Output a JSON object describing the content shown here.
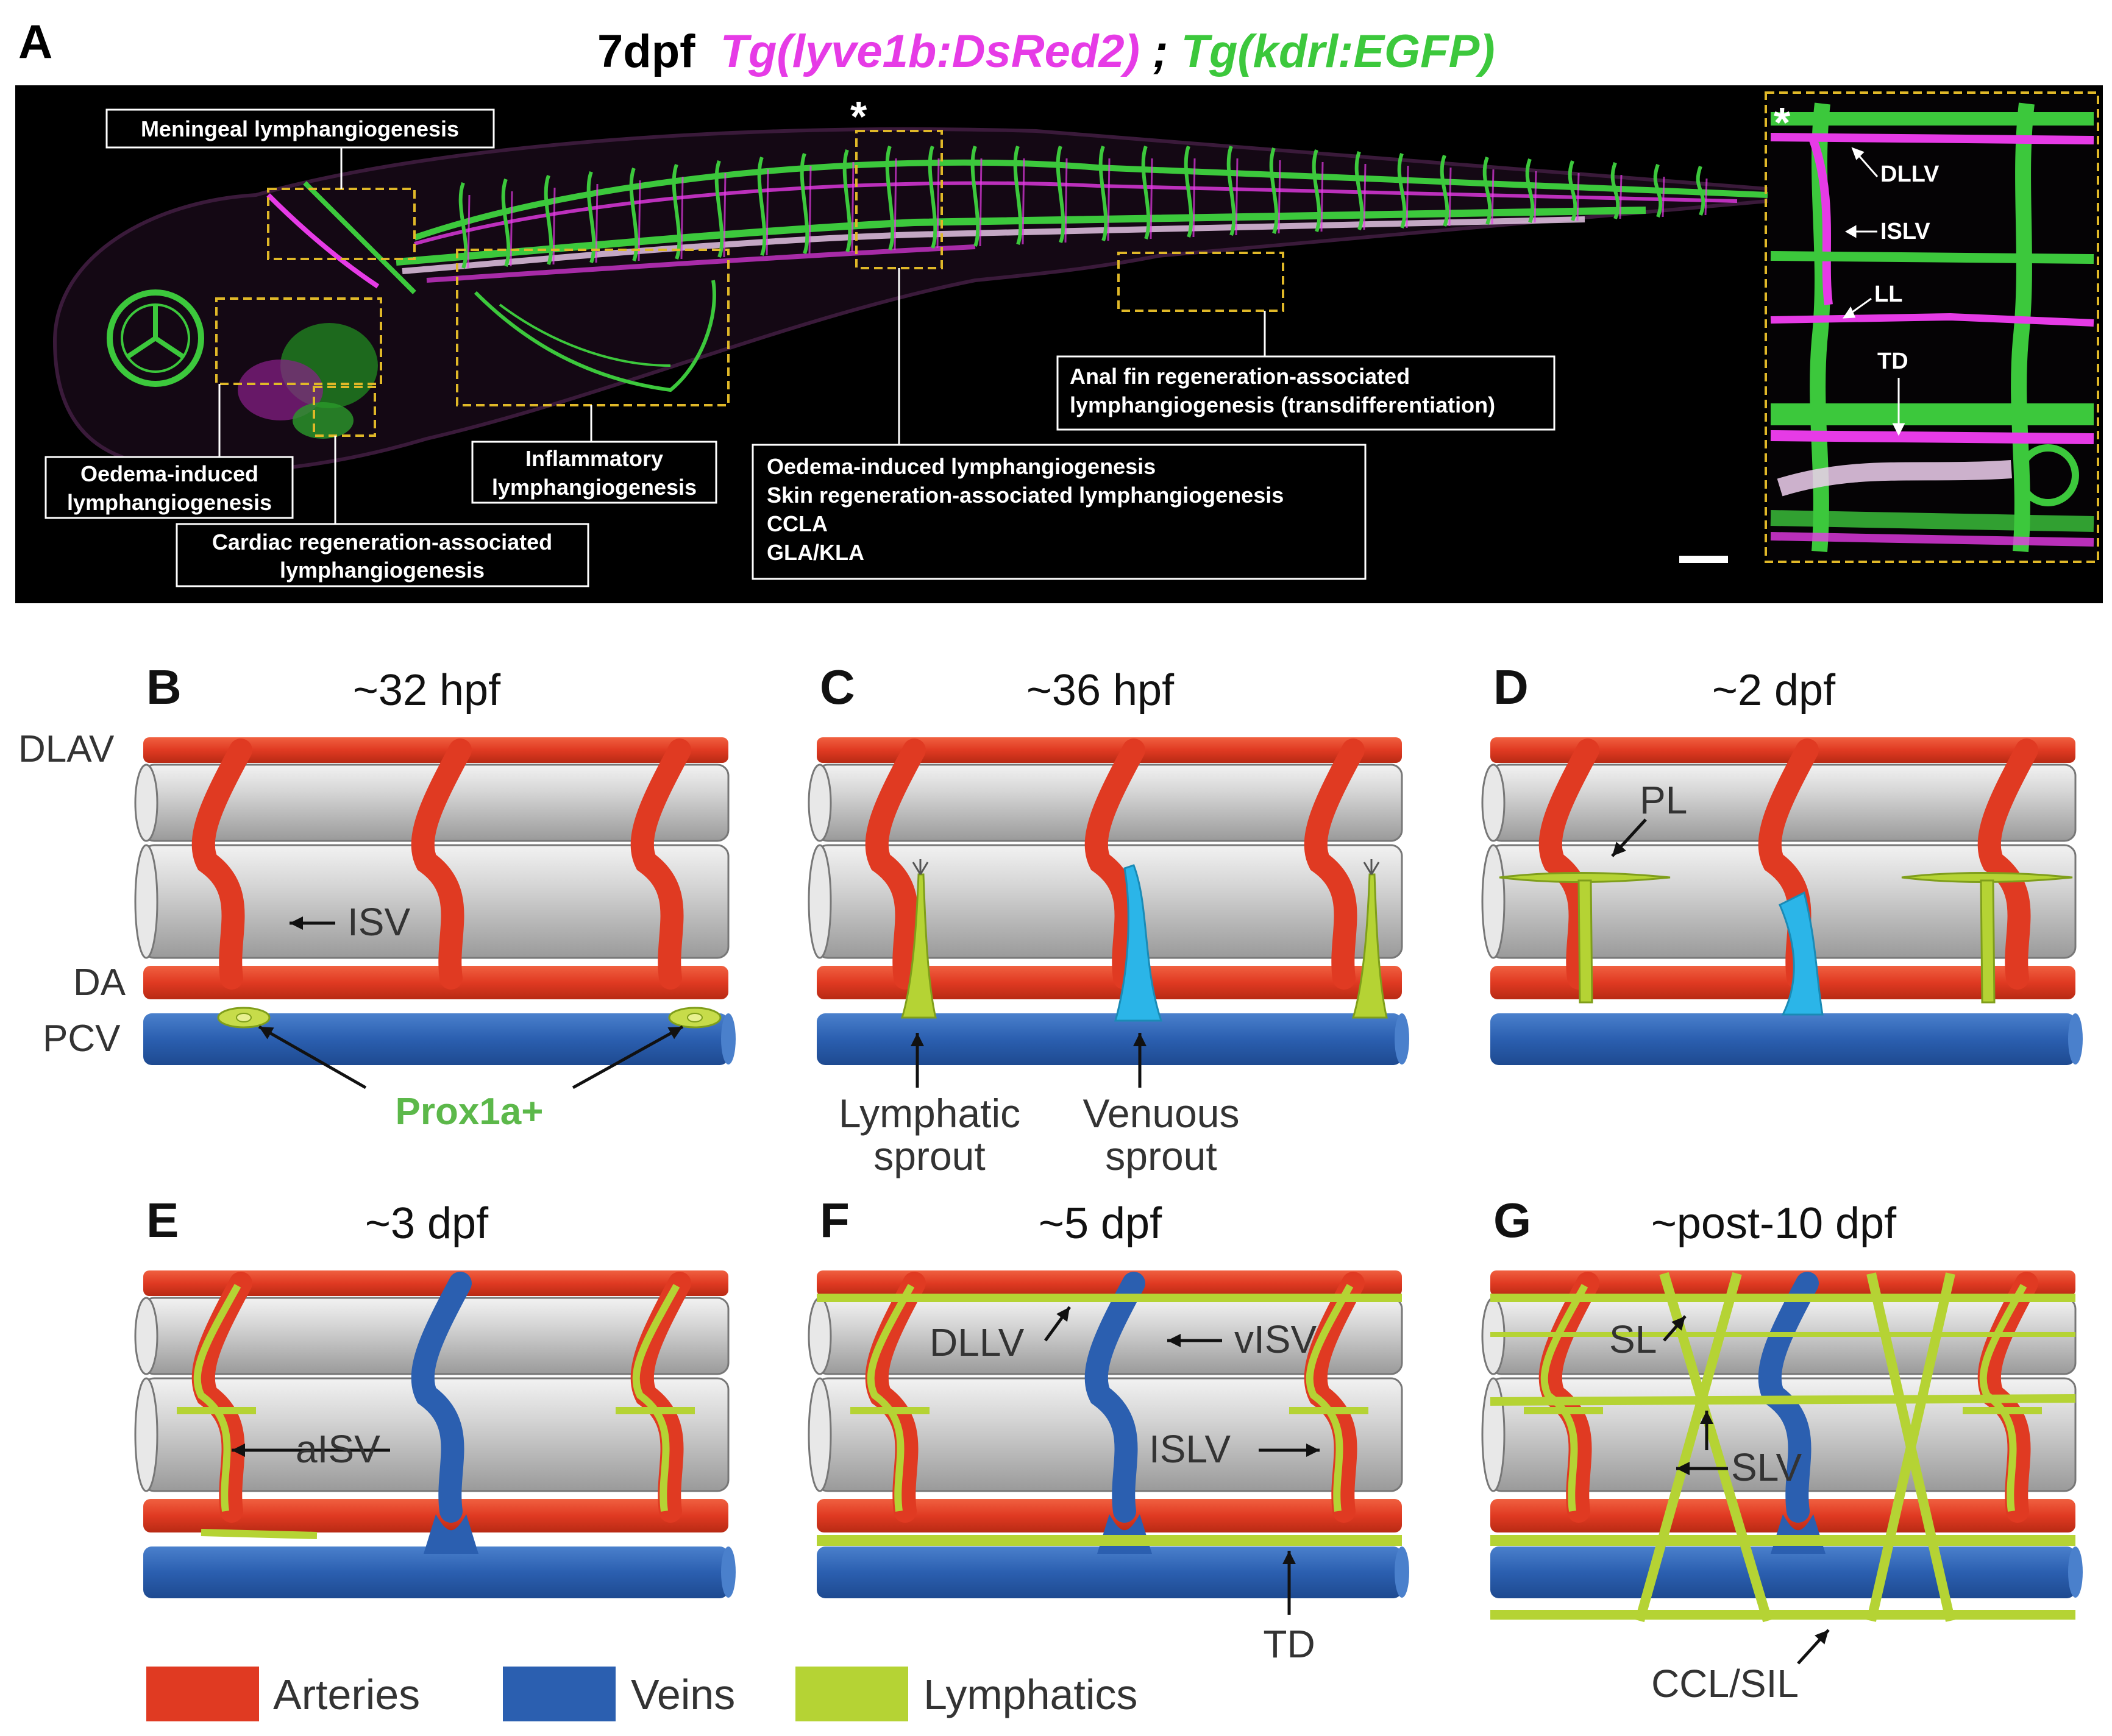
{
  "panelA": {
    "letter": "A",
    "title_stage": "7dpf",
    "title_tg1": "Tg(lyve1b:DsRed2)",
    "title_sep": ";",
    "title_tg2": "Tg(kdrl:EGFP)",
    "asterisk": "*",
    "box_meningeal": "Meningeal lymphangiogenesis",
    "box_oedema1": [
      "Oedema-induced",
      "lymphangiogenesis"
    ],
    "box_cardiac": [
      "Cardiac regeneration-associated",
      "lymphangiogenesis"
    ],
    "box_inflammatory": [
      "Inflammatory",
      "lymphangiogenesis"
    ],
    "box_trunk": [
      "Oedema-induced lymphangiogenesis",
      "Skin regeneration-associated lymphangiogenesis",
      "CCLA",
      "GLA/KLA"
    ],
    "box_anal": [
      "Anal fin regeneration-associated",
      "lymphangiogenesis (transdifferentiation)"
    ],
    "inset_labels": [
      "DLLV",
      "ISLV",
      "LL",
      "TD"
    ]
  },
  "panels": [
    {
      "letter": "B",
      "title": "~32 hpf"
    },
    {
      "letter": "C",
      "title": "~36 hpf"
    },
    {
      "letter": "D",
      "title": "~2 dpf"
    },
    {
      "letter": "E",
      "title": "~3 dpf"
    },
    {
      "letter": "F",
      "title": "~5 dpf"
    },
    {
      "letter": "G",
      "title": "~post-10 dpf"
    }
  ],
  "labels": {
    "dlav": "DLAV",
    "da": "DA",
    "pcv": "PCV",
    "isv": "ISV",
    "prox1a": "Prox1a+",
    "lymphatic_sprout": [
      "Lymphatic",
      "sprout"
    ],
    "venous_sprout": [
      "Venuous",
      "sprout"
    ],
    "pl": "PL",
    "aisv": "aISV",
    "dllv": "DLLV",
    "visv": "vISV",
    "islv": "ISLV",
    "td": "TD",
    "sl": "SL",
    "slv": "SLV",
    "ccl_sil": "CCL/SIL"
  },
  "legend": [
    {
      "name": "Arteries",
      "color": "#e03a22"
    },
    {
      "name": "Veins",
      "color": "#2b5fb0"
    },
    {
      "name": "Lymphatics",
      "color": "#b5d334"
    }
  ],
  "colors": {
    "artery": "#e03a22",
    "vein": "#2b5fb0",
    "lymph": "#b5d334",
    "venous_sprout": "#2bb5e8",
    "prox1a": "#5cb84a",
    "magenta": "#e63be6",
    "green": "#3cc83c"
  }
}
